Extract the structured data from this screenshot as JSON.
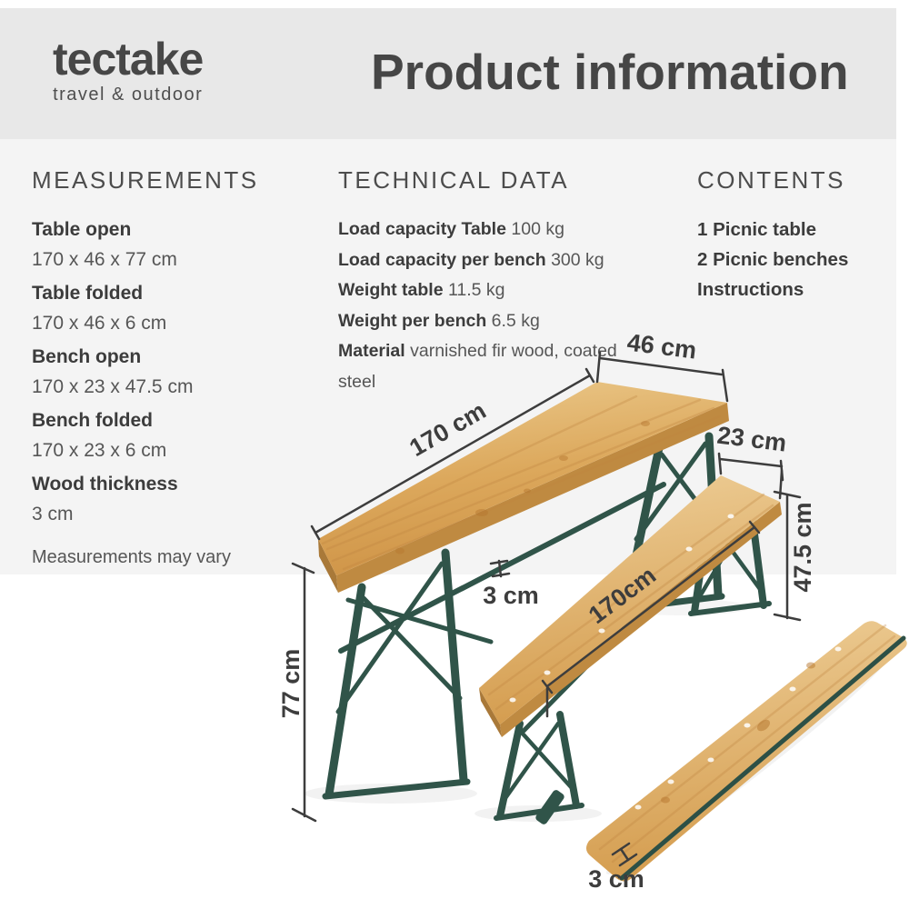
{
  "brand": {
    "name": "tectake",
    "tagline": "travel & outdoor"
  },
  "header": {
    "title": "Product information"
  },
  "measurements": {
    "heading": "MEASUREMENTS",
    "items": [
      {
        "label": "Table open",
        "value": "170 x 46 x 77 cm"
      },
      {
        "label": "Table folded",
        "value": "170 x 46 x 6 cm"
      },
      {
        "label": "Bench open",
        "value": "170 x 23 x 47.5 cm"
      },
      {
        "label": "Bench folded",
        "value": "170 x 23 x 6 cm"
      },
      {
        "label": "Wood thickness",
        "value": "3 cm"
      }
    ],
    "note": "Measurements may vary"
  },
  "technical": {
    "heading": "TECHNICAL DATA",
    "items": [
      {
        "label": "Load capacity Table",
        "value": "100 kg"
      },
      {
        "label": "Load capacity per bench",
        "value": "300 kg"
      },
      {
        "label": "Weight table",
        "value": "11.5 kg"
      },
      {
        "label": "Weight per bench",
        "value": "6.5 kg"
      },
      {
        "label": "Material",
        "value": "varnished fir wood, coated steel"
      }
    ]
  },
  "contents": {
    "heading": "CONTENTS",
    "items": [
      "1 Picnic table",
      "2 Picnic benches",
      "Instructions"
    ]
  },
  "diagram": {
    "dimension_labels": {
      "table_width": "46 cm",
      "table_length": "170 cm",
      "bench_width": "23 cm",
      "bench_height": "47.5 cm",
      "table_top_thickness": "3 cm",
      "bench_length": "170cm",
      "table_height": "77 cm",
      "bench_thickness": "3 cm"
    }
  },
  "colors": {
    "page_bg": "#ffffff",
    "header_bg": "#e8e8e8",
    "panel_bg": "#f4f4f4",
    "title_text": "#464646",
    "label_text": "#3c3c3c",
    "body_text": "#565656",
    "dimension_line": "#3d3d3d",
    "wood_light": "#ecc98c",
    "wood_dark": "#cf9447",
    "frame_green": "#305449"
  }
}
